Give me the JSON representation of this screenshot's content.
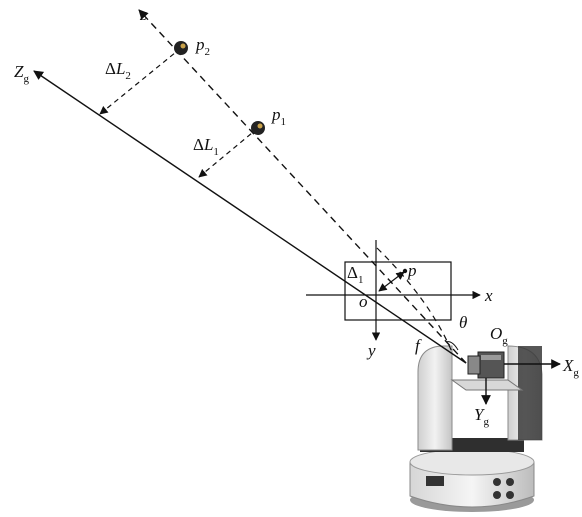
{
  "labels": {
    "z": "z",
    "Zg": "Z",
    "Zg_sub": "g",
    "p2": "p",
    "p2_sub": "2",
    "p1": "p",
    "p1_sub": "1",
    "dL2_delta": "Δ",
    "dL2_L": "L",
    "dL2_sub": "2",
    "dL1_delta": "Δ",
    "dL1_L": "L",
    "dL1_sub": "1",
    "D1": "Δ",
    "D1_sub": "1",
    "p": "p",
    "o": "o",
    "x": "x",
    "y": "y",
    "f": "f",
    "theta": "θ",
    "Og": "O",
    "Og_sub": "g",
    "Xg": "X",
    "Xg_sub": "g",
    "Yg": "Y",
    "Yg_sub": "g"
  },
  "colors": {
    "line": "#111111",
    "robot_light": "#e4e4e4",
    "robot_mid": "#bdbdbd",
    "robot_dark": "#3a3a3a"
  }
}
